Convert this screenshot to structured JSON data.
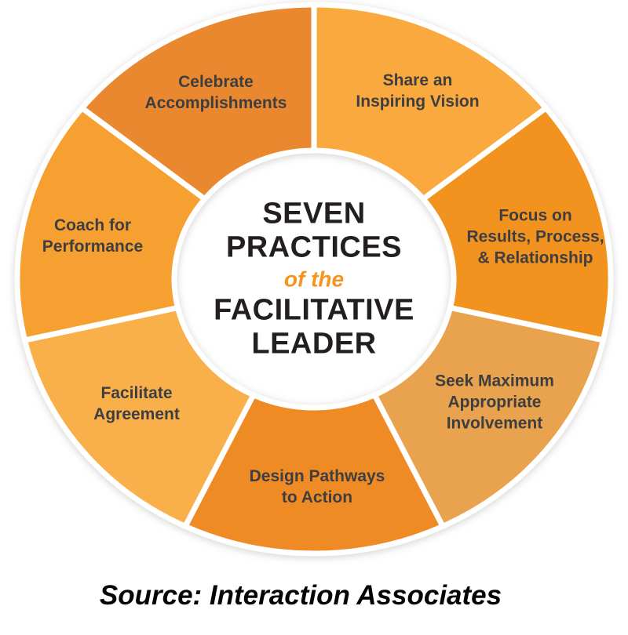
{
  "page": {
    "background": "#FFFFFF"
  },
  "chart_data": {
    "type": "pie",
    "variant": "donut",
    "equal_segments": true,
    "center_title": [
      "SEVEN",
      "PRACTICES",
      "of the",
      "FACILITATIVE",
      "LEADER"
    ],
    "accent_color": "#F7941E",
    "title_color": "#231F20",
    "label_color": "#3E3E40",
    "divider_color": "#FFFFFF",
    "segments": [
      {
        "label": "Share an Inspiring Vision",
        "lines": [
          "Share an",
          "Inspiring Vision"
        ],
        "value": 1,
        "start_angle": 0,
        "end_angle": 51.43,
        "color": "#F9A93E",
        "label_x": 532,
        "label_y": 116
      },
      {
        "label": "Focus on Results, Process, & Relationship",
        "lines": [
          "Focus on",
          "Results, Process,",
          "& Relationship"
        ],
        "value": 1,
        "start_angle": 51.43,
        "end_angle": 102.86,
        "color": "#F2921F",
        "label_x": 682,
        "label_y": 302
      },
      {
        "label": "Seek Maximum Appropriate Involvement",
        "lines": [
          "Seek Maximum",
          "Appropriate",
          "Involvement"
        ],
        "value": 1,
        "start_angle": 102.86,
        "end_angle": 154.29,
        "color": "#E9A24E",
        "label_x": 630,
        "label_y": 513
      },
      {
        "label": "Design Pathways to Action",
        "lines": [
          "Design Pathways",
          "to Action"
        ],
        "value": 1,
        "start_angle": 154.29,
        "end_angle": 205.71,
        "color": "#EF8B25",
        "label_x": 404,
        "label_y": 621
      },
      {
        "label": "Facilitate Agreement",
        "lines": [
          "Facilitate",
          "Agreement"
        ],
        "value": 1,
        "start_angle": 205.71,
        "end_angle": 257.14,
        "color": "#F9B04A",
        "label_x": 174,
        "label_y": 515
      },
      {
        "label": "Coach for Performance",
        "lines": [
          "Coach for",
          "Performance"
        ],
        "value": 1,
        "start_angle": 257.14,
        "end_angle": 308.57,
        "color": "#F7A032",
        "label_x": 118,
        "label_y": 301
      },
      {
        "label": "Celebrate Accomplishments",
        "lines": [
          "Celebrate",
          "Accomplishments"
        ],
        "value": 1,
        "start_angle": 308.57,
        "end_angle": 360,
        "color": "#E9882E",
        "label_x": 275,
        "label_y": 118
      }
    ]
  },
  "footer": {
    "source_text": "Source: Interaction Associates"
  }
}
